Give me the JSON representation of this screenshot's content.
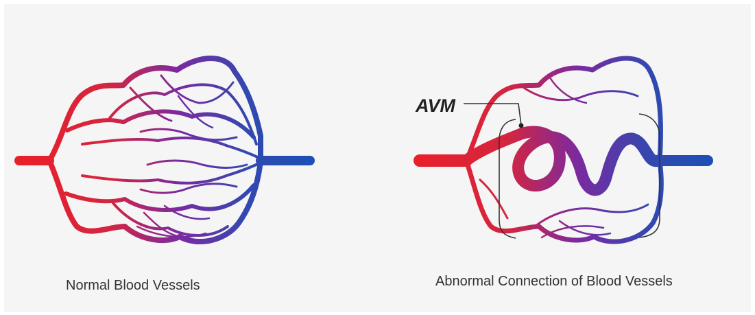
{
  "diagrams": {
    "normal": {
      "caption": "Normal Blood Vessels"
    },
    "abnormal": {
      "caption": "Abnormal Connection of Blood Vessels",
      "callout": "AVM"
    }
  },
  "colors": {
    "arterial": "#e8202a",
    "middle": "#7a2aa0",
    "venous": "#1f4fb4",
    "background": "#f5f5f5"
  }
}
